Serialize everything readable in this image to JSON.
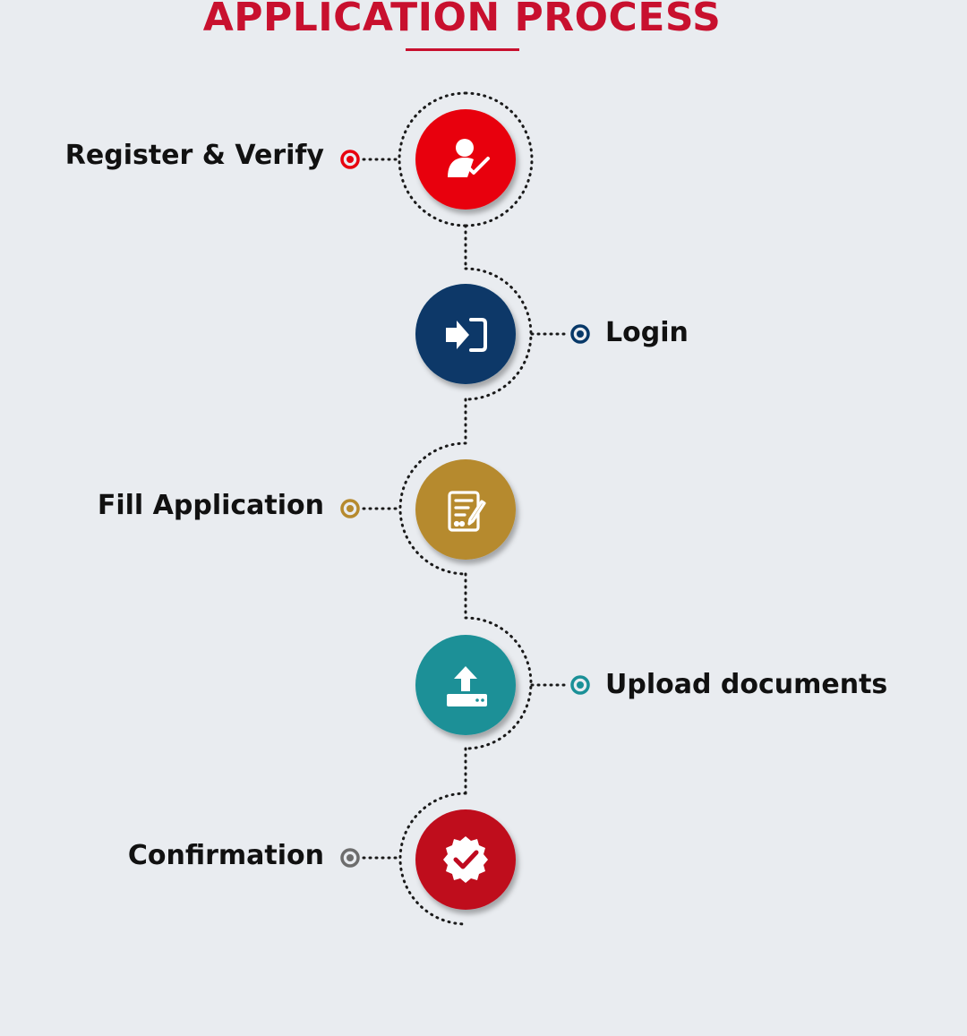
{
  "title": "APPLICATION PROCESS",
  "steps": [
    {
      "label": "Register & Verify",
      "color": "#e8020f",
      "icon": "user-check-icon",
      "side": "left"
    },
    {
      "label": "Login",
      "color": "#073868",
      "icon": "sign-in-icon",
      "side": "right"
    },
    {
      "label": "Fill Application",
      "color": "#b68a2e",
      "icon": "form-edit-icon",
      "side": "left"
    },
    {
      "label": "Upload documents",
      "color": "#1a9097",
      "icon": "upload-icon",
      "side": "right"
    },
    {
      "label": "Confirmation",
      "color": "#bf0a1f",
      "icon": "verified-badge-icon",
      "side": "left"
    }
  ],
  "colors": {
    "title": "#c8102e",
    "background": "#e9ecf0",
    "confirmation_dot": "#6d6d6d"
  }
}
